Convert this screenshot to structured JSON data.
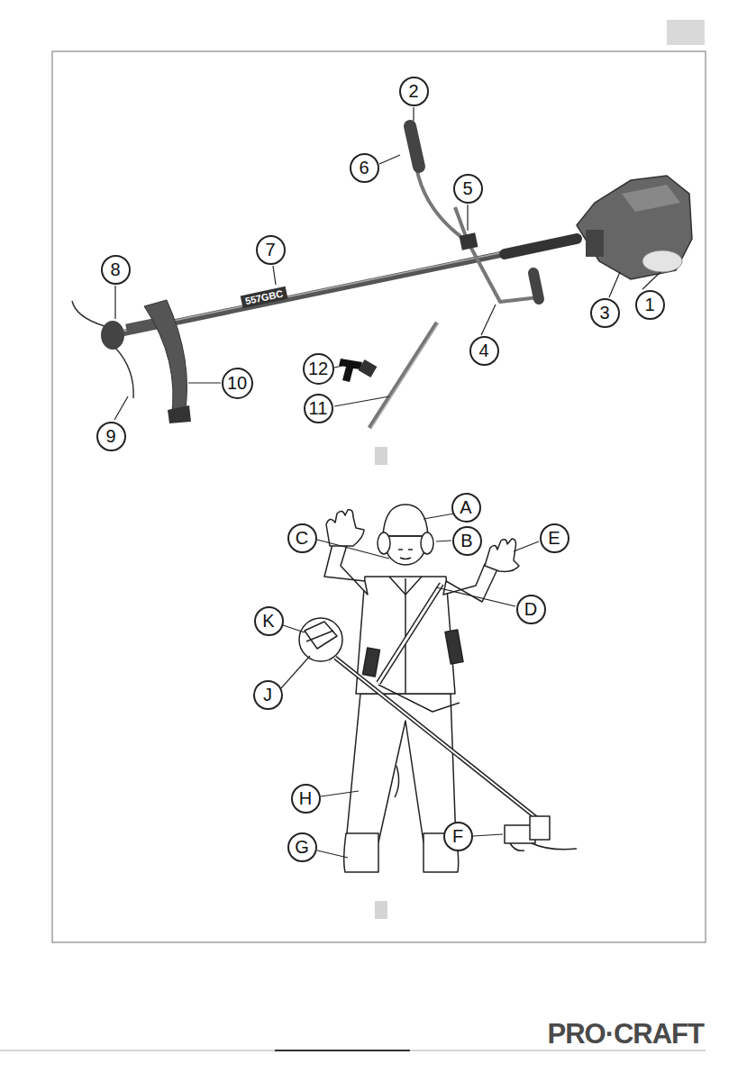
{
  "diagram": {
    "nodes": [
      {
        "text": [
          "2"
        ]
      },
      {
        "text": [
          "6"
        ]
      },
      {
        "text": [
          "5"
        ]
      },
      {
        "text": [
          "7"
        ]
      },
      {
        "text": [
          "8"
        ]
      },
      {
        "text": [
          "1"
        ]
      },
      {
        "text": [
          "3"
        ]
      },
      {
        "text": [
          "4"
        ]
      },
      {
        "text": [
          "12"
        ]
      },
      {
        "text": [
          "10"
        ]
      },
      {
        "text": [
          "11"
        ]
      },
      {
        "text": [
          "9"
        ]
      },
      {
        "text": [
          "A"
        ]
      },
      {
        "text": [
          "C"
        ]
      },
      {
        "text": [
          "E"
        ]
      },
      {
        "text": [
          "B"
        ]
      },
      {
        "text": [
          "D"
        ]
      },
      {
        "text": [
          "K"
        ]
      },
      {
        "text": [
          "J"
        ]
      },
      {
        "text": [
          "H"
        ]
      },
      {
        "text": [
          "F"
        ]
      },
      {
        "text": [
          "G"
        ]
      }
    ],
    "labels": [
      "557GBC",
      "PRO·CRAFT"
    ]
  }
}
